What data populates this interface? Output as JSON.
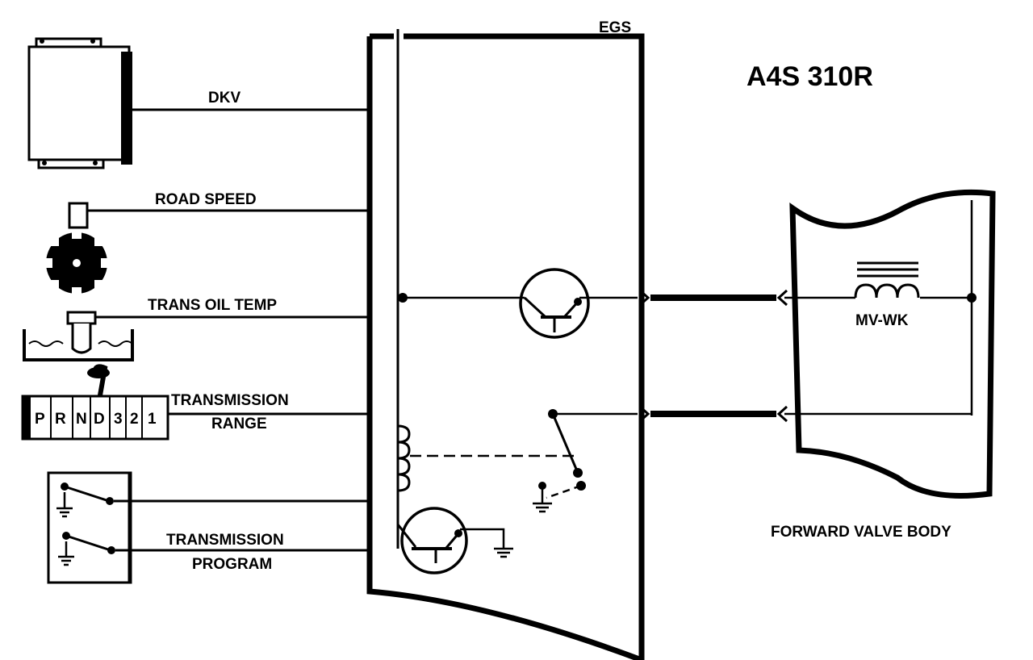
{
  "diagram": {
    "title": "A4S 310R",
    "module_label": "EGS",
    "valve_body_label": "FORWARD VALVE BODY",
    "solenoid_label": "MV-WK",
    "inputs": {
      "dkv": "DKV",
      "road_speed": "ROAD SPEED",
      "trans_oil_temp": "TRANS OIL TEMP",
      "transmission_range_line1": "TRANSMISSION",
      "transmission_range_line2": "RANGE",
      "transmission_program_line1": "TRANSMISSION",
      "transmission_program_line2": "PROGRAM"
    },
    "range_selector": [
      "P",
      "R",
      "N",
      "D",
      "3",
      "2",
      "1"
    ]
  }
}
